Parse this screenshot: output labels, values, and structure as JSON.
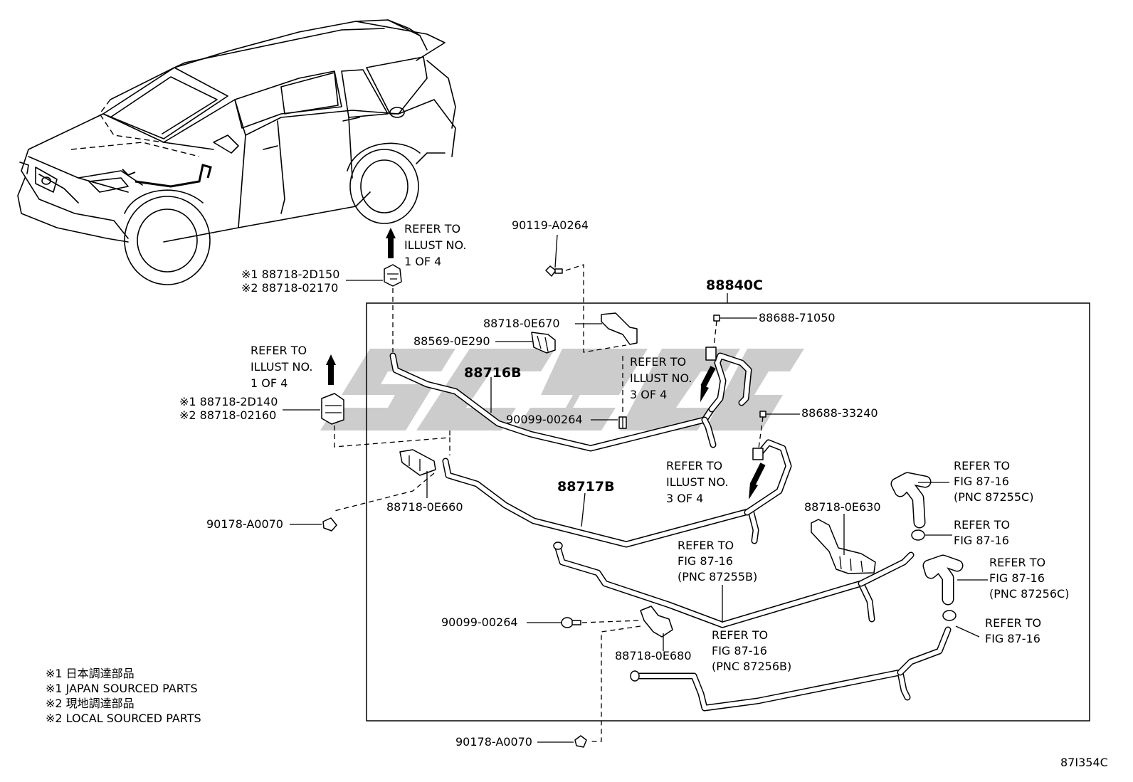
{
  "labels": {
    "p90119": "90119-A0264",
    "refer_illust_1of4_a": [
      "REFER TO",
      "ILLUST NO.",
      "1 OF 4"
    ],
    "p88718_2D150": "※1 88718-2D150",
    "p88718_02170": "※2 88718-02170",
    "assy_88840C": "88840C",
    "p88718_0E670": "88718-0E670",
    "p88569_0E290": "88569-0E290",
    "p88688_71050": "88688-71050",
    "refer_illust_1of4_b": [
      "REFER TO",
      "ILLUST NO.",
      "1 OF 4"
    ],
    "p88716B": "88716B",
    "refer_illust_3of4_a": [
      "REFER TO",
      "ILLUST NO.",
      "3 OF 4"
    ],
    "p88718_2D140": "※1 88718-2D140",
    "p88718_02160": "※2 88718-02160",
    "p90099_00264_a": "90099-00264",
    "p88688_33240": "88688-33240",
    "refer_illust_3of4_b": [
      "REFER TO",
      "ILLUST NO.",
      "3 OF 4"
    ],
    "refer_fig_87255C": [
      "REFER TO",
      "FIG 87-16",
      "(PNC 87255C)"
    ],
    "p88717B": "88717B",
    "p88718_0E660": "88718-0E660",
    "p88718_0E630": "88718-0E630",
    "p90178_A0070_a": "90178-A0070",
    "refer_fig_a": [
      "REFER TO",
      "FIG 87-16"
    ],
    "refer_fig_87255B": [
      "REFER TO",
      "FIG 87-16",
      "(PNC 87255B)"
    ],
    "refer_fig_87256C": [
      "REFER TO",
      "FIG 87-16",
      "(PNC 87256C)"
    ],
    "p90099_00264_b": "90099-00264",
    "refer_fig_b": [
      "REFER TO",
      "FIG 87-16"
    ],
    "refer_fig_87256B": [
      "REFER TO",
      "FIG 87-16",
      "(PNC 87256B)"
    ],
    "p88718_0E680": "88718-0E680",
    "p90178_A0070_b": "90178-A0070",
    "illustration_id": "87I354C"
  },
  "notes": [
    "※1 日本調達部品",
    "※1 JAPAN SOURCED PARTS",
    "※2 現地調達部品",
    "※2 LOCAL SOURCED PARTS"
  ],
  "colors": {
    "ink": "#000000",
    "paper": "#ffffff",
    "watermark": "#bdbdbd"
  }
}
